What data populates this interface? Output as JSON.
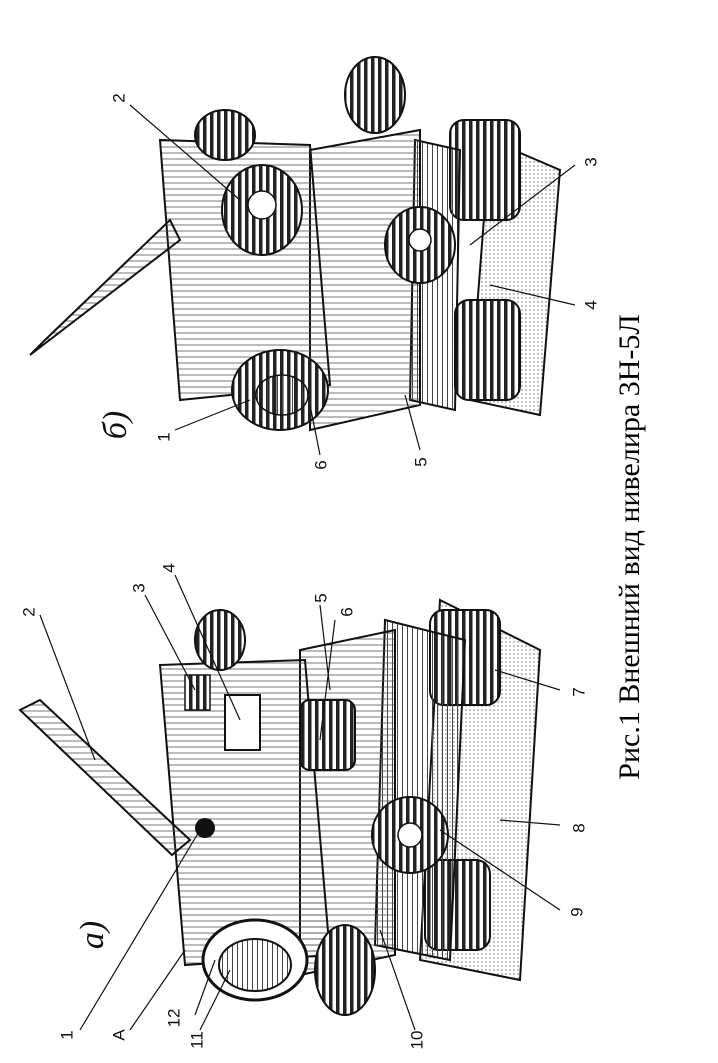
{
  "caption": "Рис.1  Внешний вид нивелира 3Н-5Л",
  "view_a": {
    "label": "а)",
    "callouts": [
      "1",
      "2",
      "3",
      "4",
      "5",
      "6",
      "7",
      "8",
      "9",
      "10",
      "11",
      "12",
      "A"
    ]
  },
  "view_b": {
    "label": "б)",
    "callouts": [
      "1",
      "2",
      "3",
      "4",
      "5",
      "6"
    ]
  }
}
